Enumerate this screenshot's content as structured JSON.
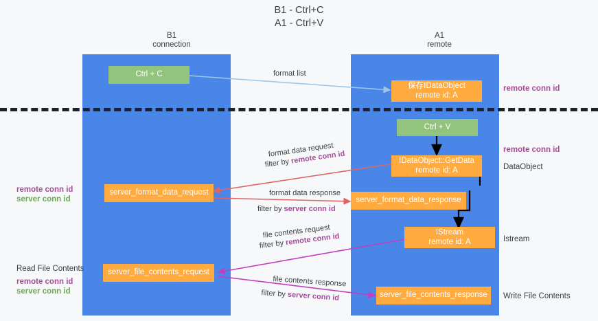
{
  "diagram": {
    "title": "B1 - Ctrl+C\nA1 - Ctrl+V",
    "lanes": [
      {
        "name": "b1",
        "header": "B1\nconnection"
      },
      {
        "name": "a1",
        "header": "A1\nremote"
      }
    ],
    "colors": {
      "lane_fill": "#4a86e8",
      "node_green": "#93c47d",
      "node_orange": "#ffab40",
      "page_bg": "#f7f8f9",
      "divider": "#202124",
      "arrow_blue": "#9fc5e8",
      "arrow_red": "#e06666",
      "arrow_magenta": "#c03fc0",
      "arrow_black": "#000000",
      "remote_conn_id": "#a64d9a",
      "server_conn_id": "#6aa84f"
    },
    "nodes": {
      "ctrl_c": "Ctrl + C",
      "ctrl_v": "Ctrl + V",
      "save_idataobject": "保存IDataObject\nremote id: A",
      "idataobject_getdata": "IDataObject::GetData\nremote id: A",
      "server_format_data_request": "server_format_data_request",
      "server_format_data_response": "server_format_data_response",
      "istream": "IStream\nremote id: A",
      "server_file_contents_request": "server_file_contents_request",
      "server_file_contents_response": "server_file_contents_response"
    },
    "edge_labels": {
      "format_list": "format list",
      "format_data_request": "format data request",
      "format_data_request_filter_prefix": "filter by ",
      "format_data_request_filter_value": "remote conn id",
      "format_data_response": "format data response",
      "format_data_response_filter_prefix": "filter by ",
      "format_data_response_filter_value": "server conn id",
      "file_contents_request": "file contents request",
      "file_contents_request_filter_prefix": "filter by ",
      "file_contents_request_filter_value": "remote conn id",
      "file_contents_response": "file contents response",
      "file_contents_response_filter_prefix": "filter by ",
      "file_contents_response_filter_value": "server conn id"
    },
    "side_labels": {
      "right_remote_conn_id_top": "remote conn id",
      "right_remote_conn_id_mid": "remote conn id",
      "right_dataobject": "DataObject",
      "right_istream": "Istream",
      "right_write_file_contents": "Write File Contents",
      "left_remote_conn_id_mid": "remote conn id",
      "left_server_conn_id_mid": "server conn id",
      "left_read_file_contents": "Read File Contents",
      "left_remote_conn_id_bottom": "remote conn id",
      "left_server_conn_id_bottom": "server conn id"
    }
  }
}
